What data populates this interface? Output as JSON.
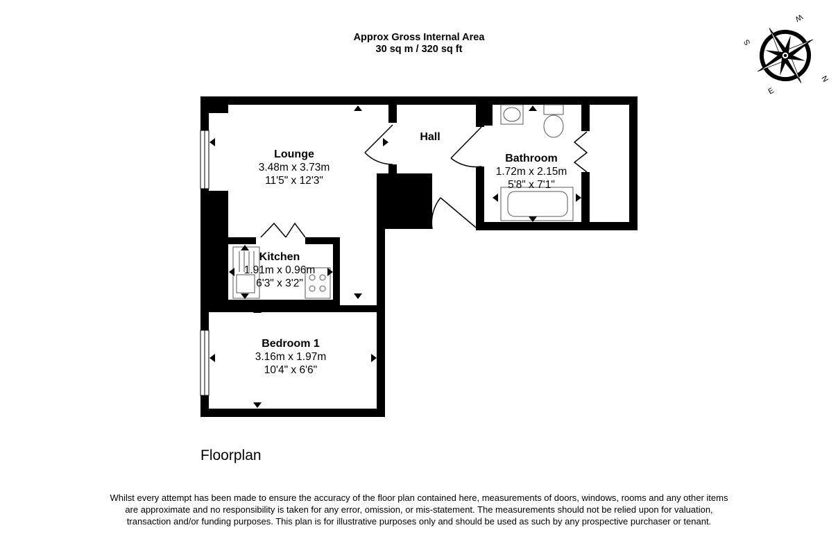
{
  "header": {
    "line1": "Approx Gross Internal Area",
    "line2": "30 sq m / 320 sq ft"
  },
  "compass": {
    "icon": "compass-rose-icon",
    "letters": {
      "n": "N",
      "e": "E",
      "s": "S",
      "w": "W"
    }
  },
  "rooms": {
    "lounge": {
      "name": "Lounge",
      "metric": "3.48m x 3.73m",
      "imperial": "11'5\" x 12'3\""
    },
    "hall": {
      "name": "Hall"
    },
    "bathroom": {
      "name": "Bathroom",
      "metric": "1.72m x 2.15m",
      "imperial": "5'8\" x 7'1\""
    },
    "kitchen": {
      "name": "Kitchen",
      "metric": "1.91m x 0.96m",
      "imperial": "6'3\" x 3'2\""
    },
    "bedroom1": {
      "name": "Bedroom 1",
      "metric": "3.16m x 1.97m",
      "imperial": "10'4\" x 6'6\""
    }
  },
  "footer": {
    "title": "Floorplan",
    "disclaimer": "Whilst every attempt has been made to ensure the accuracy of the floor plan contained here, measurements of doors, windows, rooms and any other items are approximate and no responsibility is taken for any error, omission, or mis-statement. The measurements should not be relied upon for valuation, transaction and/or funding purposes. This plan is for illustrative purposes only and should be used as such by any prospective purchaser or tenant."
  },
  "colors": {
    "wall": "#000000",
    "fixture": "#555555",
    "background": "#ffffff"
  }
}
